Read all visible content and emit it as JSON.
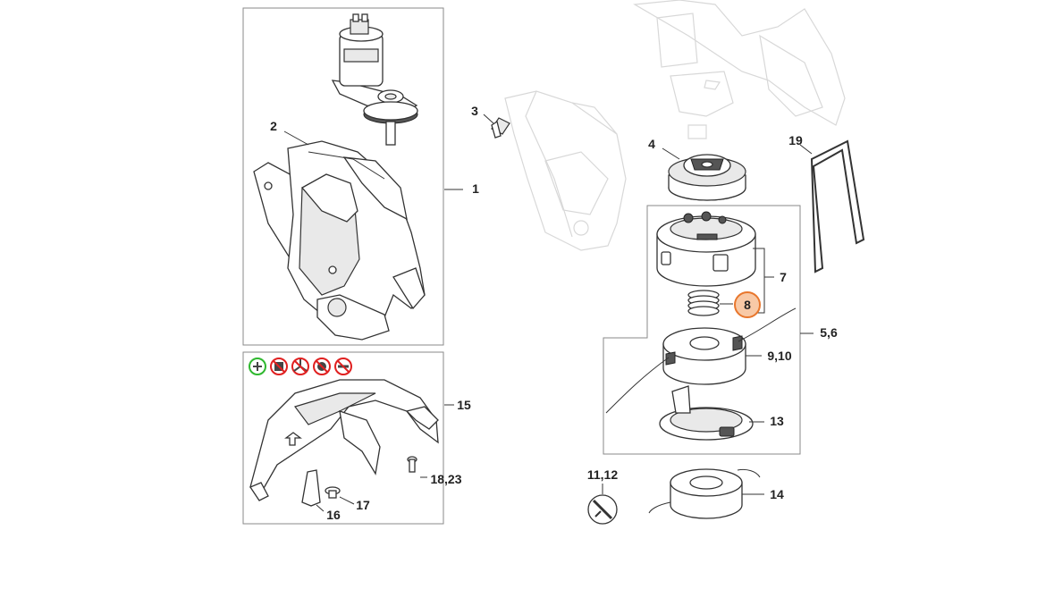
{
  "callouts": {
    "c1": "1",
    "c2": "2",
    "c3": "3",
    "c4": "4",
    "c5_6": "5,6",
    "c7": "7",
    "c8": "8",
    "c9_10": "9,10",
    "c11_12": "11,12",
    "c13": "13",
    "c14": "14",
    "c15": "15",
    "c16": "16",
    "c17": "17",
    "c18_23": "18,23",
    "c19": "19"
  },
  "colors": {
    "highlight_fill": "#f8c9a6",
    "highlight_stroke": "#e8762c",
    "ok_icon": "#2fb82f",
    "forbidden_icon": "#e02020"
  },
  "icons": [
    "line-head-allowed-icon",
    "blade-forbidden-icon",
    "three-tooth-blade-forbidden-icon",
    "saw-blade-forbidden-icon",
    "cutter-forbidden-icon"
  ]
}
